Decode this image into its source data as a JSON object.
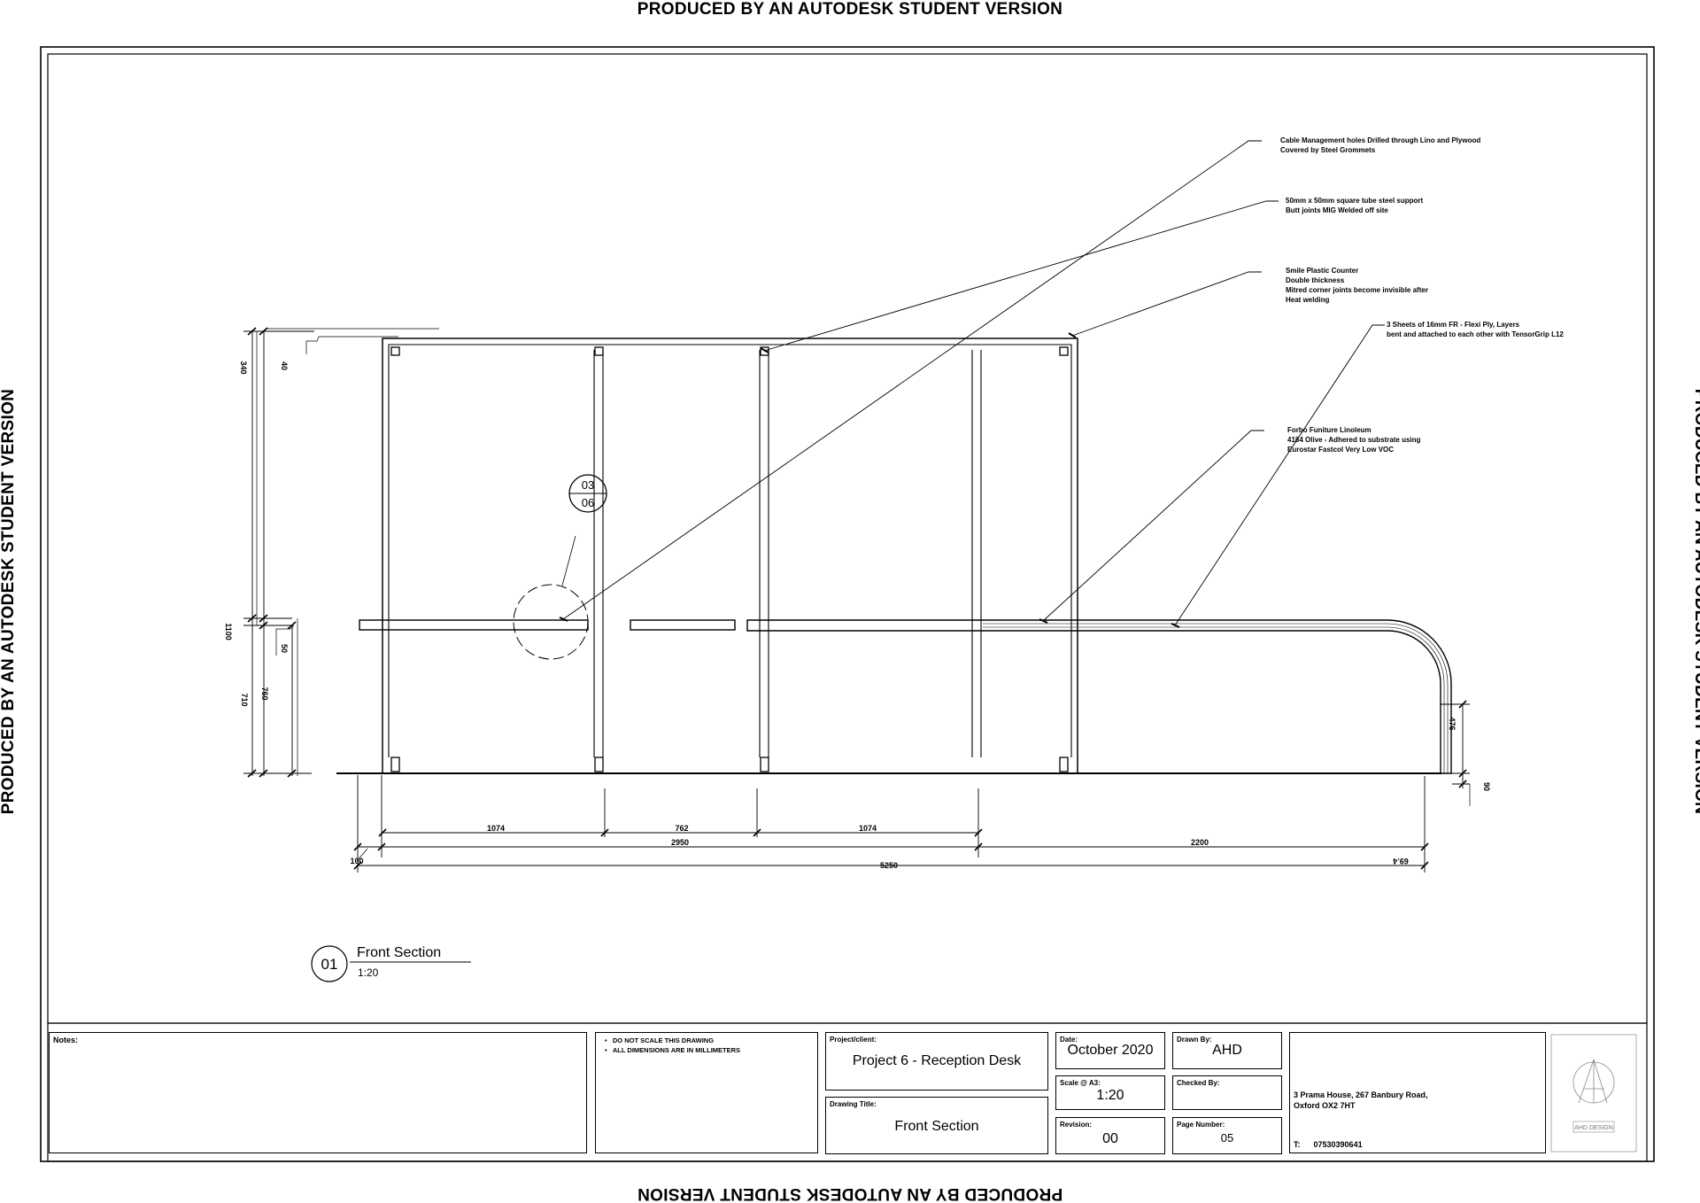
{
  "watermark": "PRODUCED BY AN AUTODESK STUDENT VERSION",
  "callouts": [
    {
      "lines": [
        "Cable Management holes Drilled through Lino and Plywood",
        "Covered by Steel Grommets"
      ]
    },
    {
      "lines": [
        "50mm x 50mm square tube steel support",
        "Butt joints MIG Welded off site"
      ]
    },
    {
      "lines": [
        "Smile Plastic Counter",
        "Double thickness",
        "Mitred corner joints become invisible after",
        "Heat welding"
      ]
    },
    {
      "lines": [
        "Forbo Funiture Linoleum",
        "4184 Olive - Adhered to substrate using",
        "Eurostar Fastcol Very Low VOC"
      ]
    },
    {
      "lines": [
        "3 Sheets of 16mm FR - Flexi Ply, Layers",
        "bent and attached to each other with TensorGrip  L12"
      ]
    }
  ],
  "detail_tag": {
    "top": "03",
    "bottom": "06"
  },
  "dimensions": {
    "left_340": "340",
    "left_40": "40",
    "left_1100": "1100",
    "left_760": "760",
    "left_710": "710",
    "left_50": "50",
    "right_476": "476",
    "right_90": "90",
    "bottom_1074a": "1074",
    "bottom_762": "762",
    "bottom_1074b": "1074",
    "bottom_2950": "2950",
    "bottom_2200": "2200",
    "bottom_100": "100",
    "bottom_5250": "5250",
    "bottom_694": "69.4"
  },
  "view_title": {
    "number": "01",
    "name": "Front Section",
    "scale": "1:20"
  },
  "title_block": {
    "notes_label": "Notes:",
    "general_notes": [
      "DO NOT SCALE THIS DRAWING",
      "ALL DIMENSIONS ARE IN MILLIMETERS"
    ],
    "project_label": "Project/client:",
    "project_value": "Project 6 - Reception Desk",
    "drawing_title_label": "Drawing Title:",
    "drawing_title_value": "Front Section",
    "date_label": "Date:",
    "date_value": "October 2020",
    "drawn_by_label": "Drawn By:",
    "drawn_by_value": "AHD",
    "scale_label": "Scale @ A3:",
    "scale_value": "1:20",
    "checked_by_label": "Checked By:",
    "checked_by_value": "",
    "revision_label": "Revision:",
    "revision_value": "00",
    "page_label": "Page Number:",
    "page_value": "05",
    "address_line1": "3 Prama House, 267 Banbury Road,",
    "address_line2": "Oxford OX2 7HT",
    "phone_label": "T:",
    "phone_value": "07530390641",
    "logo_text": "AHD DESIGN"
  }
}
